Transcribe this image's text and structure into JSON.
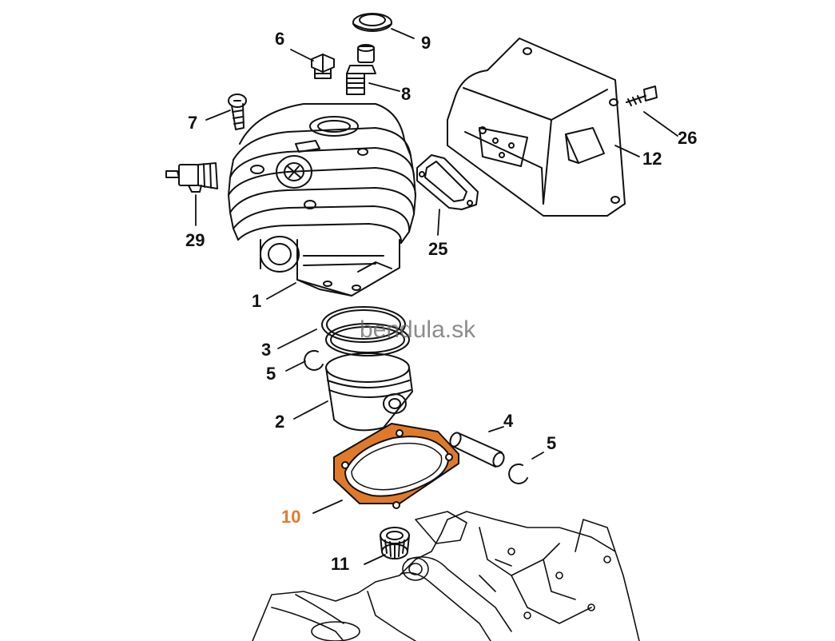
{
  "watermark": "bendula.sk",
  "highlight_color": "#e07a2a",
  "callouts": [
    {
      "id": "c6",
      "label": "6"
    },
    {
      "id": "c9",
      "label": "9"
    },
    {
      "id": "c8",
      "label": "8"
    },
    {
      "id": "c7",
      "label": "7"
    },
    {
      "id": "c26",
      "label": "26"
    },
    {
      "id": "c12",
      "label": "12"
    },
    {
      "id": "c29",
      "label": "29"
    },
    {
      "id": "c25",
      "label": "25"
    },
    {
      "id": "c1",
      "label": "1"
    },
    {
      "id": "c3",
      "label": "3"
    },
    {
      "id": "c5a",
      "label": "5"
    },
    {
      "id": "c2",
      "label": "2"
    },
    {
      "id": "c4",
      "label": "4"
    },
    {
      "id": "c5b",
      "label": "5"
    },
    {
      "id": "c10",
      "label": "10",
      "highlighted": true
    },
    {
      "id": "c11",
      "label": "11"
    }
  ],
  "parts": [
    {
      "number": "1",
      "icon": "cylinder-icon"
    },
    {
      "number": "2",
      "icon": "piston-icon"
    },
    {
      "number": "3",
      "icon": "piston-ring-icon"
    },
    {
      "number": "4",
      "icon": "piston-pin-icon"
    },
    {
      "number": "5",
      "icon": "snap-ring-icon"
    },
    {
      "number": "6",
      "icon": "plug-screw-icon"
    },
    {
      "number": "7",
      "icon": "socket-screw-icon"
    },
    {
      "number": "8",
      "icon": "decompression-valve-icon"
    },
    {
      "number": "9",
      "icon": "cover-cap-icon"
    },
    {
      "number": "10",
      "icon": "cylinder-gasket-icon"
    },
    {
      "number": "11",
      "icon": "needle-cage-icon"
    },
    {
      "number": "12",
      "icon": "muffler-icon"
    },
    {
      "number": "25",
      "icon": "muffler-gasket-icon"
    },
    {
      "number": "26",
      "icon": "muffler-screw-icon"
    },
    {
      "number": "29",
      "icon": "spark-plug-icon"
    }
  ]
}
